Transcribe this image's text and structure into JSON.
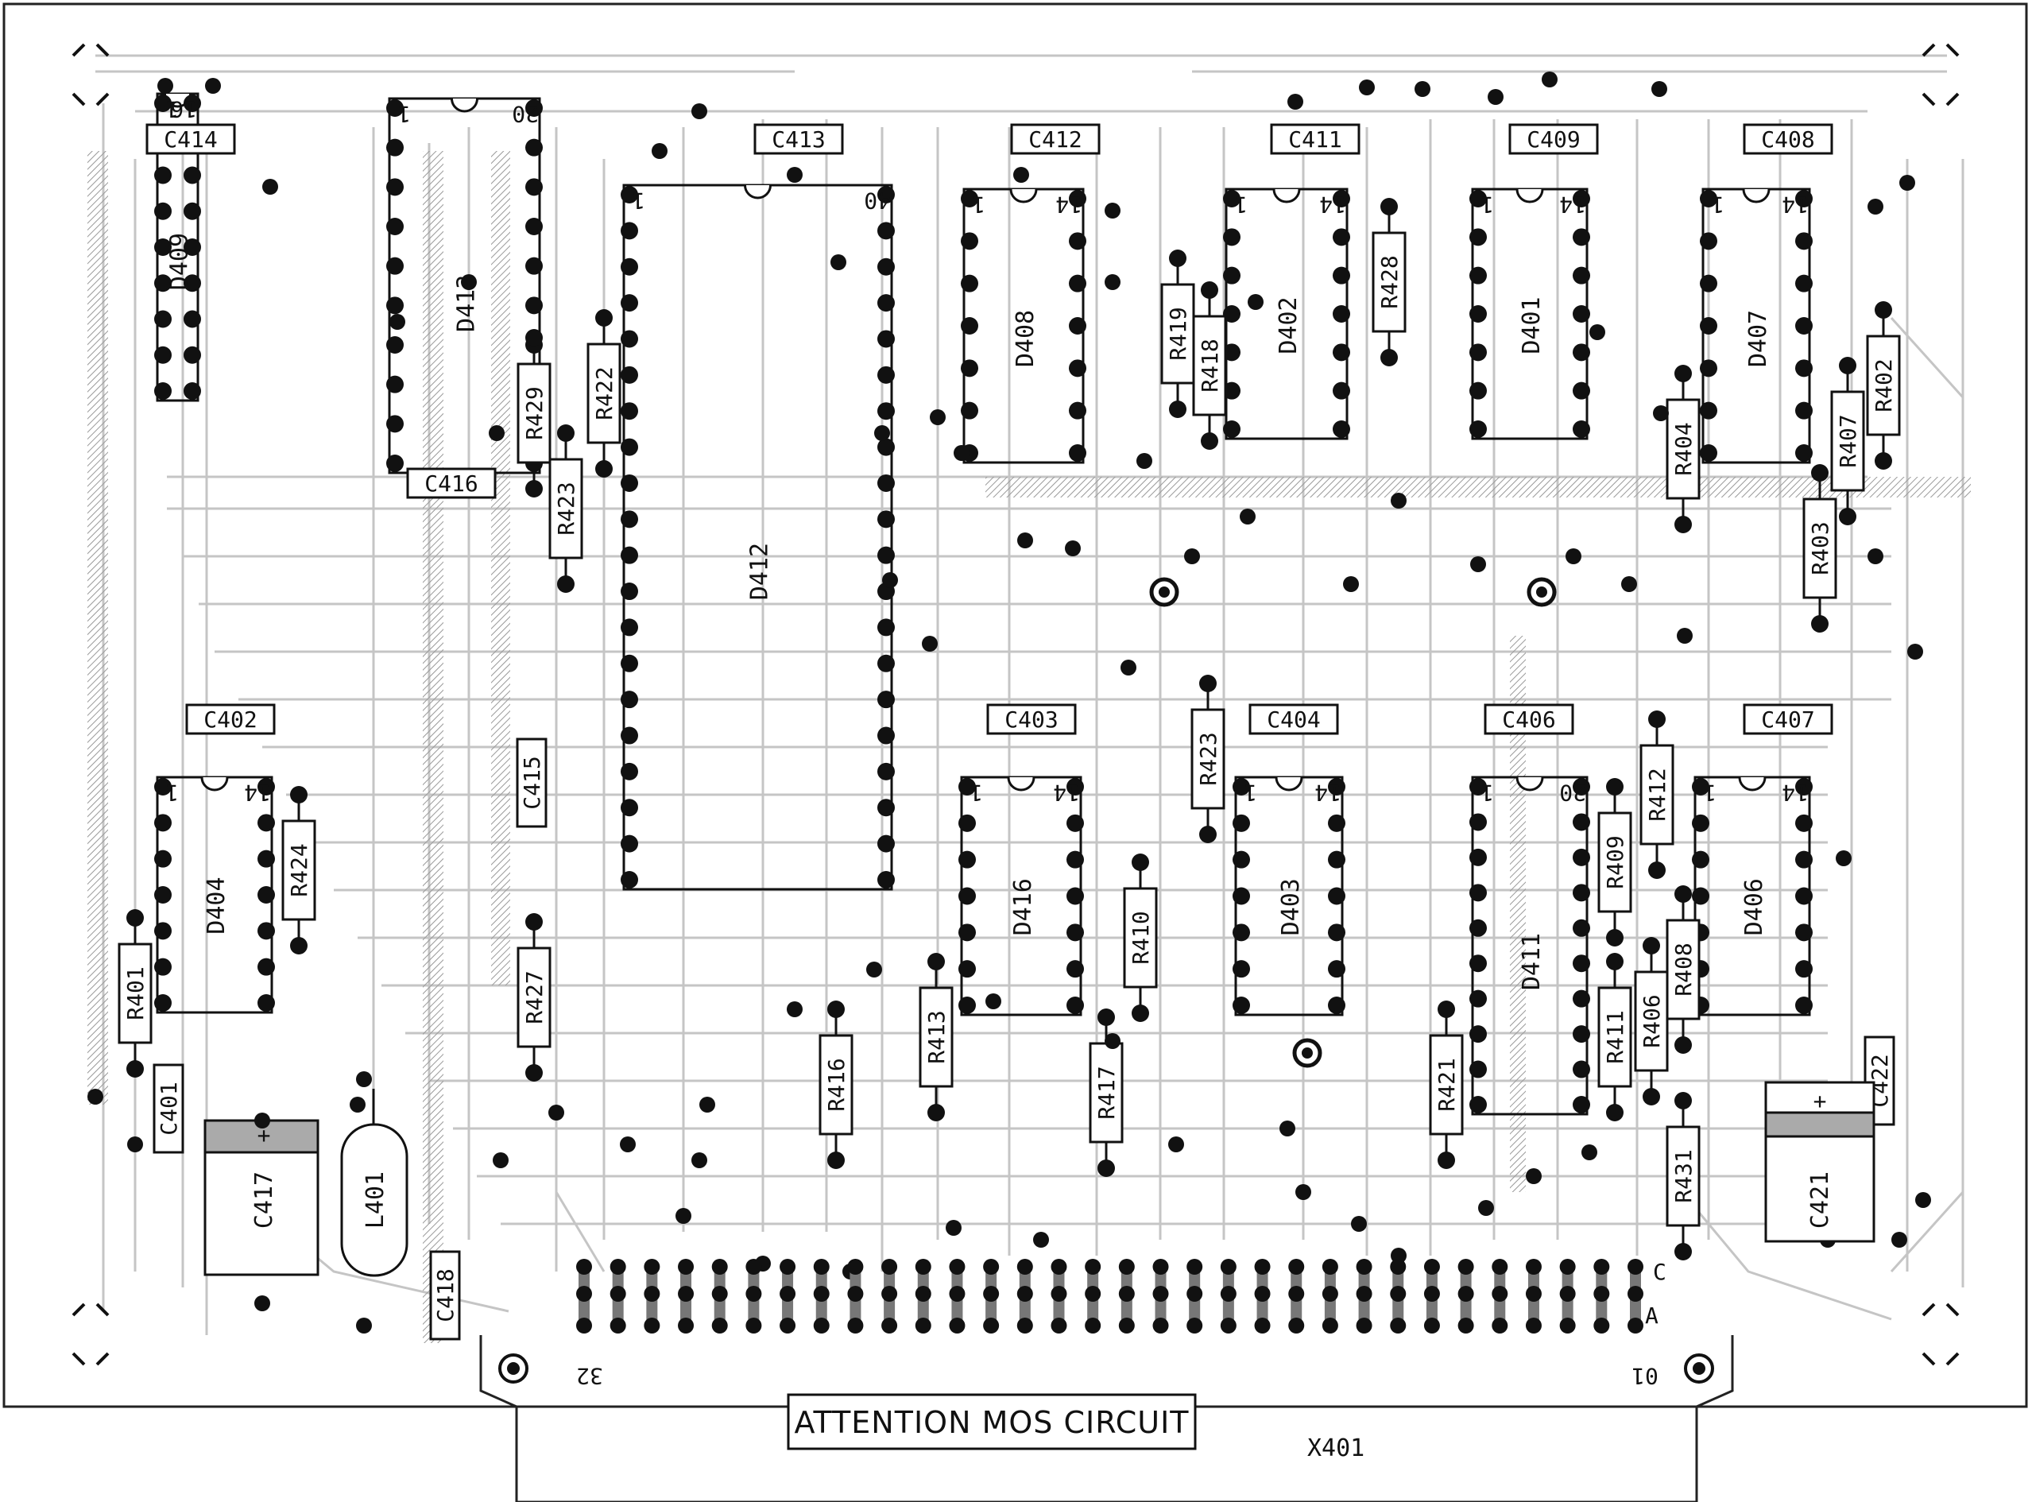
{
  "notice": "ATTENTION MOS CIRCUIT",
  "connector": {
    "name": "X401",
    "pin_left": "32",
    "pin_right": "01",
    "row_c": "C",
    "row_a": "A"
  },
  "ics": [
    {
      "ref": "D409",
      "pin1": "1",
      "pinN": "16"
    },
    {
      "ref": "D413",
      "pin1": "1",
      "pinN": "20"
    },
    {
      "ref": "D412",
      "pin1": "1",
      "pinN": "40"
    },
    {
      "ref": "D408",
      "pin1": "1",
      "pinN": "14"
    },
    {
      "ref": "D402",
      "pin1": "1",
      "pinN": "14"
    },
    {
      "ref": "D401",
      "pin1": "1",
      "pinN": "14"
    },
    {
      "ref": "D407",
      "pin1": "1",
      "pinN": "14"
    },
    {
      "ref": "D404",
      "pin1": "1",
      "pinN": "14"
    },
    {
      "ref": "D416",
      "pin1": "1",
      "pinN": "14"
    },
    {
      "ref": "D403",
      "pin1": "1",
      "pinN": "14"
    },
    {
      "ref": "D411",
      "pin1": "1",
      "pinN": "20"
    },
    {
      "ref": "D406",
      "pin1": "1",
      "pinN": "14"
    }
  ],
  "capacitors": [
    "C414",
    "C413",
    "C412",
    "C411",
    "C409",
    "C408",
    "C416",
    "C402",
    "C415",
    "C403",
    "C404",
    "C406",
    "C407",
    "C401",
    "C418",
    "C422",
    "C417",
    "C421"
  ],
  "resistors": [
    "R429",
    "R423",
    "R422",
    "R419",
    "R418",
    "R428",
    "R404",
    "R403",
    "R407",
    "R402",
    "R424",
    "R401",
    "R427",
    "R416",
    "R413",
    "R417",
    "R410",
    "R423",
    "R421",
    "R412",
    "R409",
    "R408",
    "R406",
    "R411",
    "R431"
  ],
  "inductors": [
    "L401"
  ],
  "polarity_mark": "+"
}
